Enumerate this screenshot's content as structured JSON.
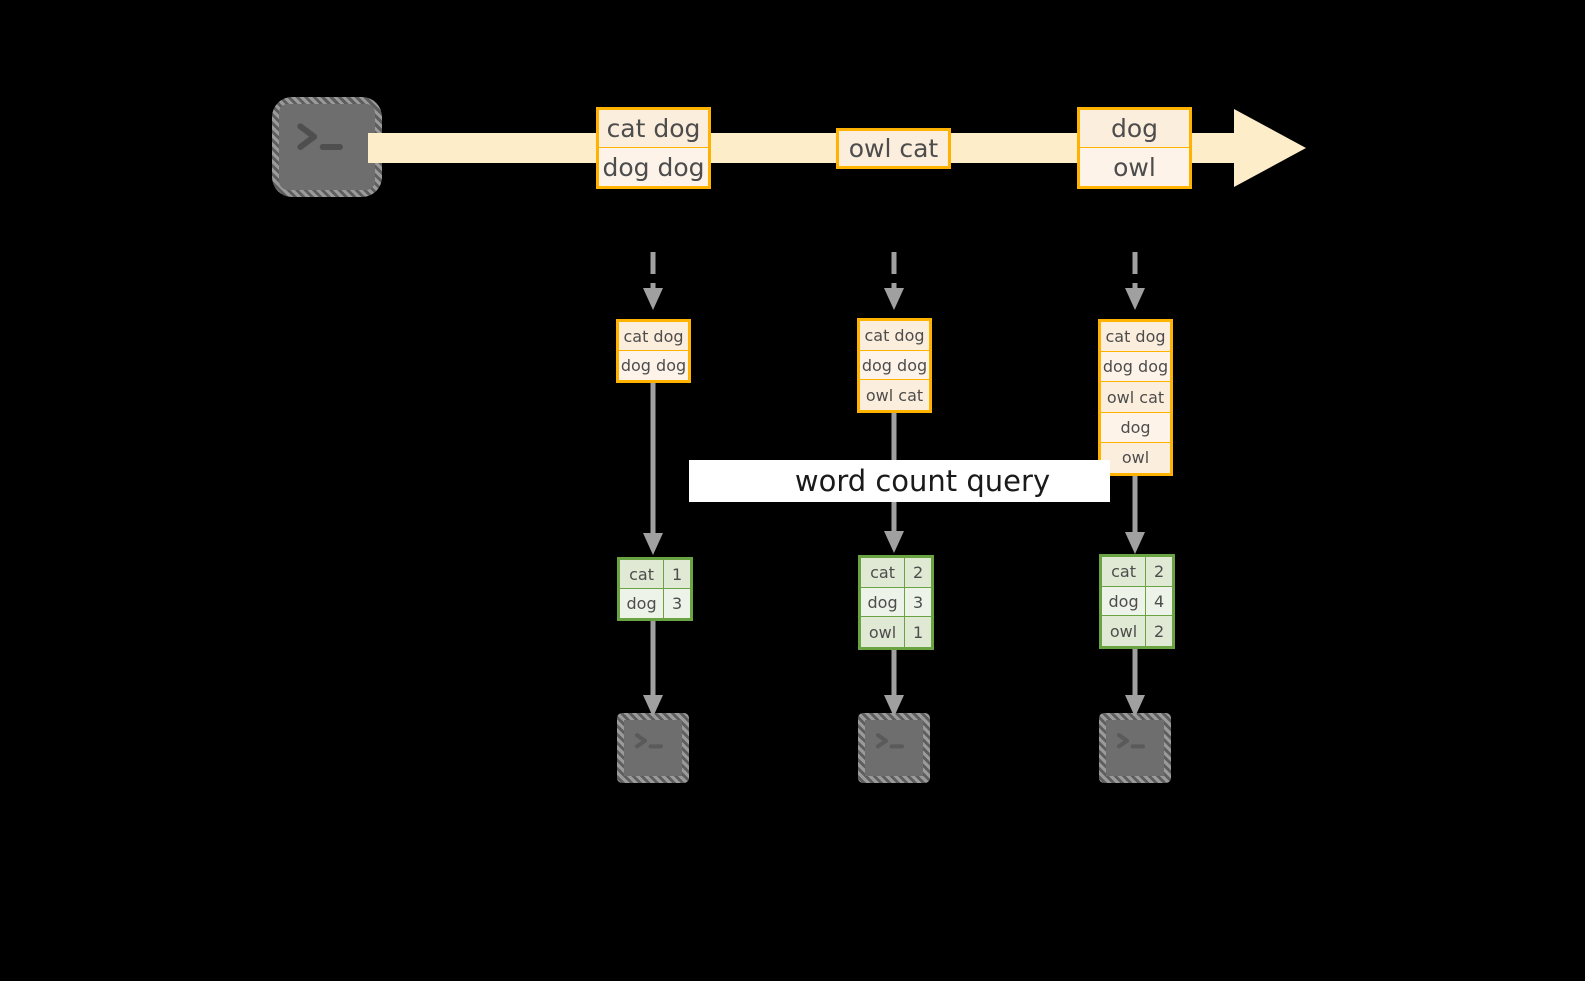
{
  "diagram": {
    "title_label": "word count query",
    "colors": {
      "background": "#000000",
      "stream_fill": "#fdeec9",
      "record_border": "#ffb300",
      "record_fill_a": "#fceedc",
      "record_fill_b": "#fdf3e9",
      "table_border": "#6aa442",
      "table_fill_a": "#dfe9d4",
      "table_fill_b": "#eef3e9",
      "arrow_gray": "#a0a0a0",
      "terminal_gray": "#6e6e6e",
      "banner_bg": "#ffffff"
    },
    "source_terminal": {
      "icon": "terminal-prompt-icon",
      "glyph": ">_"
    },
    "stream": {
      "icon": "right-arrow-icon",
      "records": [
        {
          "id": "record-1",
          "lines": [
            "cat dog",
            "dog dog"
          ]
        },
        {
          "id": "record-2",
          "lines": [
            "owl cat"
          ]
        },
        {
          "id": "record-3",
          "lines": [
            "dog",
            "owl"
          ]
        }
      ]
    },
    "snapshots": [
      {
        "id": "snapshot-1",
        "input_rows": [
          "cat dog",
          "dog dog"
        ],
        "result_rows": [
          {
            "word": "cat",
            "count": "1"
          },
          {
            "word": "dog",
            "count": "3"
          }
        ],
        "sink_terminal": {
          "icon": "terminal-prompt-icon",
          "glyph": ">_"
        }
      },
      {
        "id": "snapshot-2",
        "input_rows": [
          "cat dog",
          "dog dog",
          "owl cat"
        ],
        "result_rows": [
          {
            "word": "cat",
            "count": "2"
          },
          {
            "word": "dog",
            "count": "3"
          },
          {
            "word": "owl",
            "count": "1"
          }
        ],
        "sink_terminal": {
          "icon": "terminal-prompt-icon",
          "glyph": ">_"
        }
      },
      {
        "id": "snapshot-3",
        "input_rows": [
          "cat dog",
          "dog dog",
          "owl cat",
          "dog",
          "owl"
        ],
        "result_rows": [
          {
            "word": "cat",
            "count": "2"
          },
          {
            "word": "dog",
            "count": "4"
          },
          {
            "word": "owl",
            "count": "2"
          }
        ],
        "sink_terminal": {
          "icon": "terminal-prompt-icon",
          "glyph": ">_"
        }
      }
    ]
  }
}
